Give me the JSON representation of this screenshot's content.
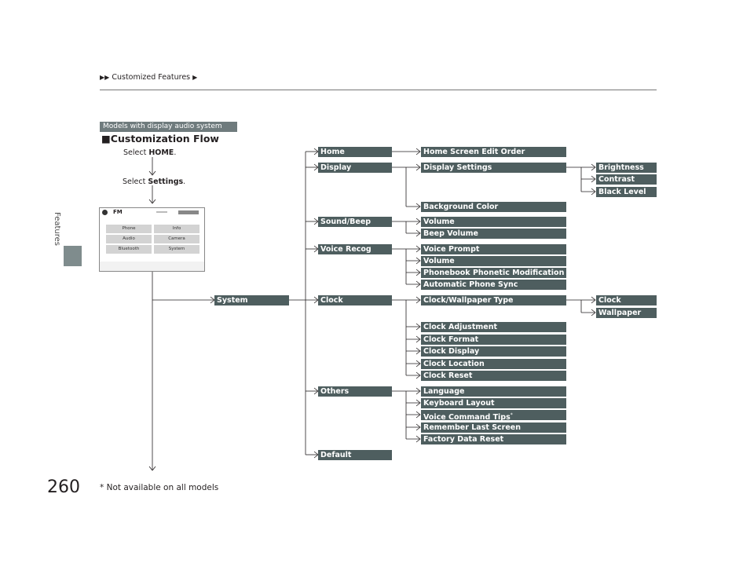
{
  "header": {
    "breadcrumb_arrows": "▶▶",
    "breadcrumb": "Customized Features",
    "breadcrumb_end": "▶"
  },
  "side_label": "Features",
  "page_number": "260",
  "badge": "Models with display audio system",
  "heading": "■Customization Flow",
  "select_home": {
    "prefix": "Select ",
    "bold": "HOME",
    "suffix": "."
  },
  "select_settings": {
    "prefix": "Select ",
    "bold": "Settings",
    "suffix": "."
  },
  "screen": {
    "band": "FM",
    "buttons": [
      "Phone",
      "Info",
      "Audio",
      "Camera",
      "Bluetooth",
      "System"
    ]
  },
  "system_label": "System",
  "categories": {
    "home": "Home",
    "display": "Display",
    "sound_beep": "Sound/Beep",
    "voice_recog": "Voice Recog",
    "clock": "Clock",
    "others": "Others",
    "default": "Default"
  },
  "items": {
    "home_screen_edit_order": "Home Screen Edit Order",
    "display_settings": "Display Settings",
    "brightness": "Brightness",
    "contrast": "Contrast",
    "black_level": "Black Level",
    "background_color": "Background Color",
    "volume_sound": "Volume",
    "beep_volume": "Beep Volume",
    "voice_prompt": "Voice Prompt",
    "volume_voice": "Volume",
    "phonebook_phonetic": "Phonebook Phonetic Modification",
    "automatic_phone_sync": "Automatic Phone Sync",
    "clock_wallpaper_type": "Clock/Wallpaper Type",
    "clock_sub": "Clock",
    "wallpaper": "Wallpaper",
    "clock_adjustment": "Clock Adjustment",
    "clock_format": "Clock Format",
    "clock_display": "Clock Display",
    "clock_location": "Clock Location",
    "clock_reset": "Clock Reset",
    "language": "Language",
    "keyboard_layout": "Keyboard Layout",
    "voice_command_tips": "Voice Command Tips",
    "voice_command_tips_mark": "*",
    "remember_last_screen": "Remember Last Screen",
    "factory_data_reset": "Factory Data Reset"
  },
  "footnote": "* Not available on all models",
  "colors": {
    "box": "#4e5e5f",
    "badge": "#6f7b7d",
    "side_tab": "#7f8c8d"
  }
}
